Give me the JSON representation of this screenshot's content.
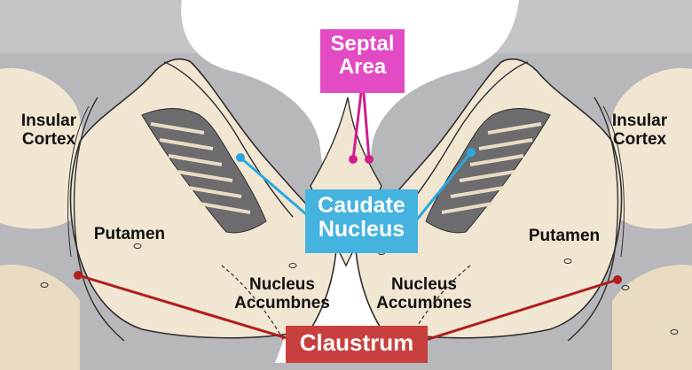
{
  "labels": {
    "insular_left": "Insular\nCortex",
    "insular_right": "Insular\nCortex",
    "putamen_left": "Putamen",
    "putamen_right": "Putamen",
    "accumbens_left": "Nucleus\nAccumbnes",
    "accumbens_right": "Nucleus\nAccumbnes"
  },
  "callouts": {
    "septal": {
      "text": "Septal\nArea",
      "color": "#e24bc4"
    },
    "caudate": {
      "text": "Caudate\nNucleus",
      "color": "#45b3df"
    },
    "claustrum": {
      "text": "Claustrum",
      "color": "#c8403e"
    }
  },
  "colors": {
    "tissue": "#f1e6d2",
    "background": "#b7b8bb",
    "ventricle": "#ffffff",
    "dark_matter": "#6c6c6e",
    "outline": "#2f2f2f",
    "septal_line": "#d01f8c",
    "caudate_line": "#29a8e0",
    "claustrum_line": "#b01e1e"
  }
}
